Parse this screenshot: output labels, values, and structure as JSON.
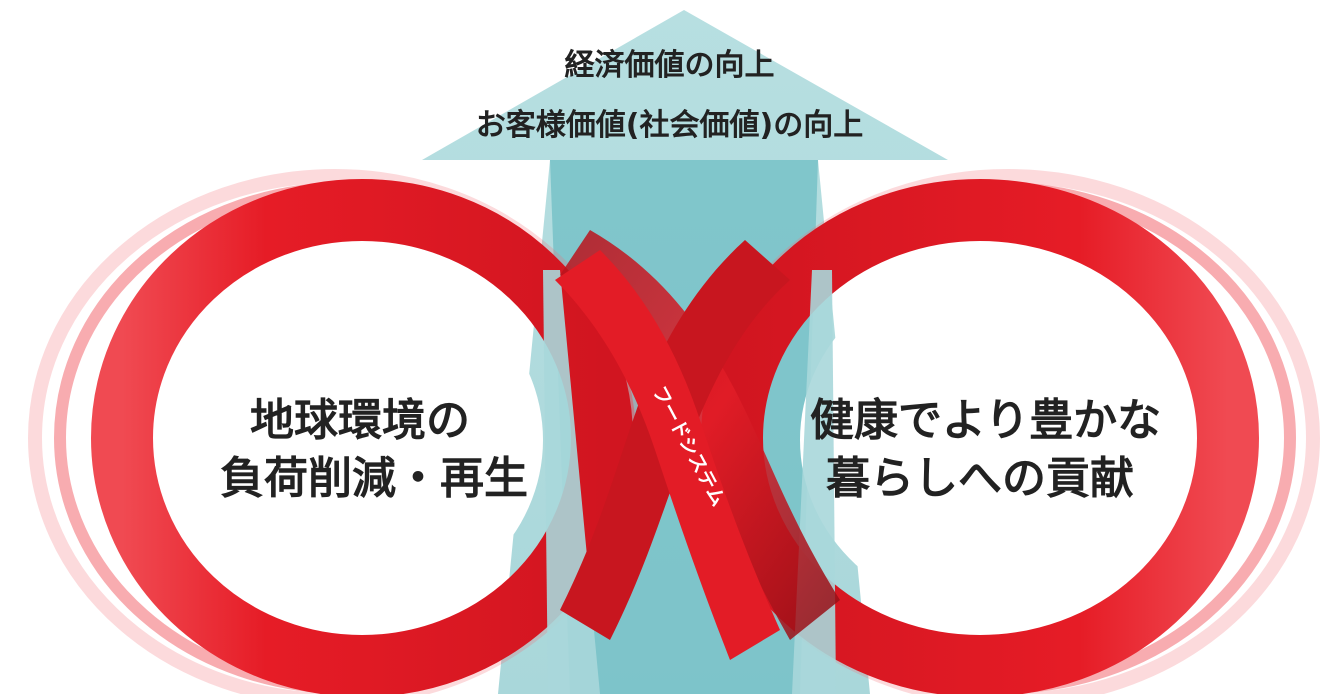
{
  "arrow": {
    "line1": "経済価値の向上",
    "line2": "お客様価値(社会価値)の向上"
  },
  "left_circle": {
    "line1": "地球環境の",
    "line2": "負荷削減・再生"
  },
  "right_circle": {
    "line1": "健康でより豊かな",
    "line2": "暮らしへの貢献"
  },
  "band_label": "フードシステム",
  "colors": {
    "arrow": "#9fd3d6",
    "arrow_dark": "#6cbcc2",
    "ribbon": "#e8202a",
    "ribbon_dark": "#a01018",
    "text": "#222222"
  }
}
